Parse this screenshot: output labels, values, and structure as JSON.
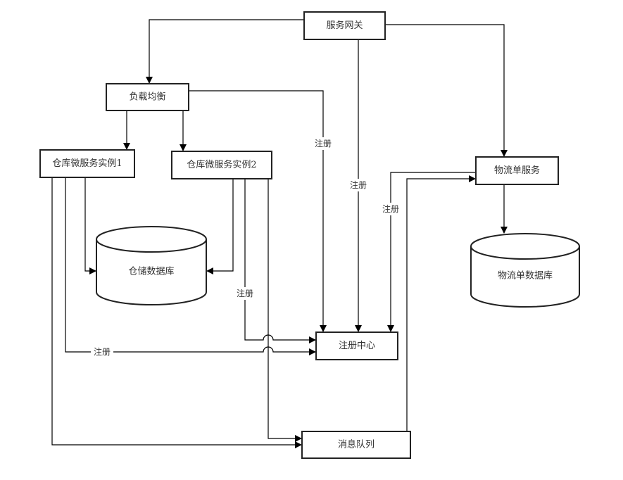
{
  "diagram": {
    "nodes": {
      "gateway": "服务网关",
      "load_balancer": "负载均衡",
      "warehouse_instance_1": "仓库微服务实例1",
      "warehouse_instance_2": "仓库微服务实例2",
      "warehouse_db": "仓储数据库",
      "logistics_service": "物流单服务",
      "logistics_db": "物流单数据库",
      "registry": "注册中心",
      "message_queue": "消息队列"
    },
    "edge_labels": {
      "lb_register": "注册",
      "gateway_register": "注册",
      "logistics_register": "注册",
      "instance2_register": "注册",
      "instance1_register": "注册"
    },
    "edges": [
      {
        "from": "服务网关",
        "to": "负载均衡"
      },
      {
        "from": "服务网关",
        "to": "物流单服务"
      },
      {
        "from": "服务网关",
        "to": "注册中心",
        "label": "注册"
      },
      {
        "from": "负载均衡",
        "to": "注册中心",
        "label": "注册"
      },
      {
        "from": "负载均衡",
        "to": "仓库微服务实例1"
      },
      {
        "from": "负载均衡",
        "to": "仓库微服务实例2"
      },
      {
        "from": "仓库微服务实例1",
        "to": "仓储数据库"
      },
      {
        "from": "仓库微服务实例2",
        "to": "仓储数据库"
      },
      {
        "from": "仓库微服务实例1",
        "to": "注册中心",
        "label": "注册"
      },
      {
        "from": "仓库微服务实例2",
        "to": "注册中心",
        "label": "注册"
      },
      {
        "from": "仓库微服务实例1",
        "to": "消息队列"
      },
      {
        "from": "仓库微服务实例2",
        "to": "消息队列"
      },
      {
        "from": "物流单服务",
        "to": "注册中心",
        "label": "注册"
      },
      {
        "from": "消息队列",
        "to": "物流单服务"
      },
      {
        "from": "物流单服务",
        "to": "物流单数据库"
      }
    ]
  }
}
